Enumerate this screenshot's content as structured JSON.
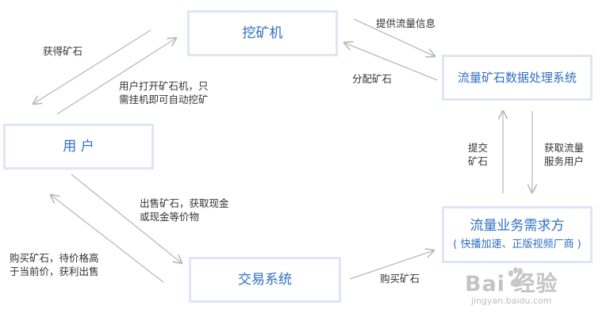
{
  "nodes": {
    "miner": "挖矿机",
    "user": "用 户",
    "exchange": "交易系统",
    "data_system": "流量矿石数据处理系统",
    "demand": "流量业务需求方",
    "demand_sub": "( 快播加速、正版视频厂商 )"
  },
  "edges": {
    "get_ore": "获得矿石",
    "open_app_line1": "用户打开矿石机，只",
    "open_app_line2": "需挂机即可自动挖矿",
    "provide_info": "提供流量信息",
    "assign_ore": "分配矿石",
    "submit_line1": "提交",
    "submit_line2": "矿石",
    "fetch_line1": "获取流量",
    "fetch_line2": "服务用户",
    "sell_line1": "出售矿石，获取现金",
    "sell_line2": "或现金等价物",
    "buy_hold_line1": "购买矿石，待价格高",
    "buy_hold_line2": "于当前价，获利出售",
    "buy_ore": "购买矿石"
  },
  "watermark": {
    "logo": "Bai  经验",
    "url": "jingyan.baidu.com"
  },
  "colors": {
    "node_text": "#2f6fc4",
    "node_border": "#dfe6f3",
    "arrow": "#b9b9b9"
  }
}
